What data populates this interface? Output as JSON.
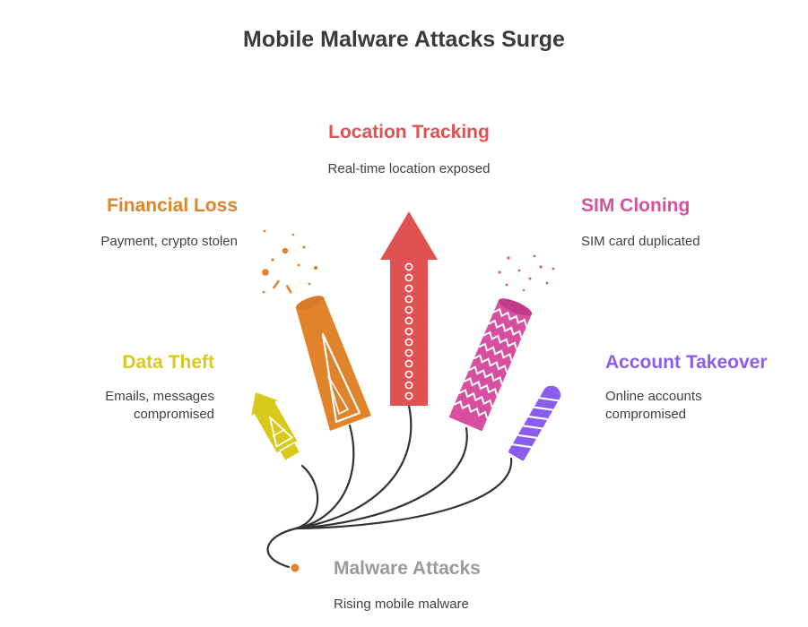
{
  "title": "Mobile Malware Attacks Surge",
  "items": [
    {
      "label": "Location Tracking",
      "description": "Real-time location exposed",
      "color": "#e05252",
      "icon": "rocket-icon"
    },
    {
      "label": "Financial Loss",
      "description": "Payment, crypto stolen",
      "color": "#e0832a",
      "icon": "party-popper-icon"
    },
    {
      "label": "SIM Cloning",
      "description": "SIM card duplicated",
      "color": "#d94fa0",
      "icon": "firework-tube-icon"
    },
    {
      "label": "Data Theft",
      "description": [
        "Emails, messages",
        "compromised"
      ],
      "color": "#d9c91c",
      "icon": "rocket-icon"
    },
    {
      "label": "Account Takeover",
      "description": [
        "Online accounts",
        "compromised"
      ],
      "color": "#8b5cf0",
      "icon": "firecracker-icon"
    }
  ],
  "source": {
    "label": "Malware Attacks",
    "description": "Rising mobile malware",
    "color": "#e0832a"
  },
  "colors": {
    "title": "#3a3a3a",
    "text": "#404040",
    "fuse": "#333333",
    "source_label": "#9a9a9a"
  }
}
